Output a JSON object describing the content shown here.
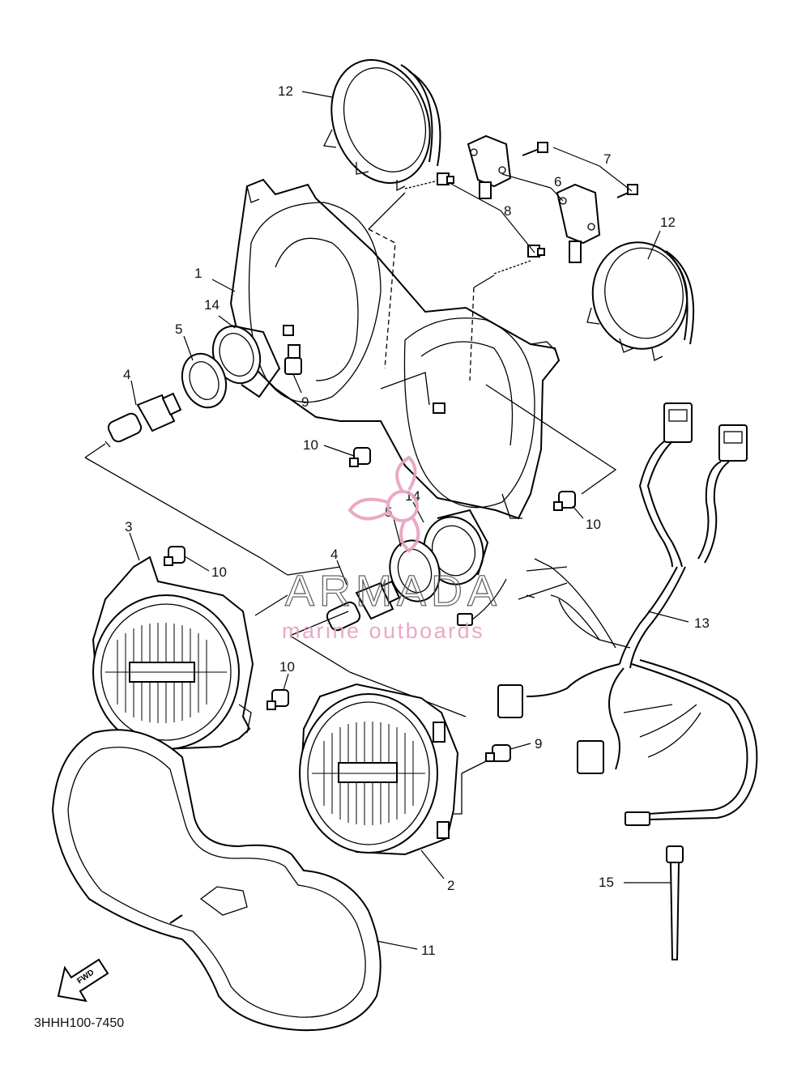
{
  "diagram": {
    "part_code": "3HHH100-7450",
    "fwd_label": "FWD",
    "callouts": [
      "12",
      "7",
      "6",
      "8",
      "12",
      "1",
      "14",
      "5",
      "9",
      "4",
      "10",
      "14",
      "5",
      "10",
      "3",
      "10",
      "4",
      "13",
      "10",
      "9",
      "2",
      "15",
      "11"
    ]
  },
  "watermark": {
    "brand": "ARMADA",
    "tagline": "marine outboards",
    "color": "#e8a0c0"
  }
}
